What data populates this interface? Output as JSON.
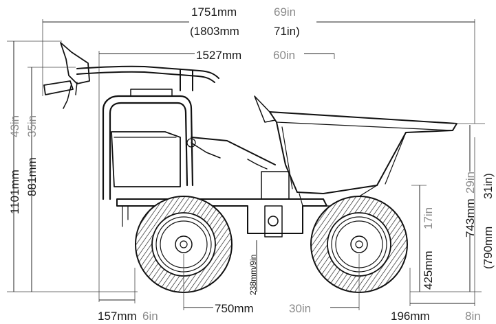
{
  "dimensions": {
    "overall_length": {
      "mm": "1751mm",
      "in": "69in"
    },
    "overall_length_alt": {
      "mm": "(1803mm",
      "in": "71in)"
    },
    "handle_length": {
      "mm": "1527mm",
      "in": "60in"
    },
    "overall_height": {
      "mm": "1101mm",
      "in": "43in"
    },
    "handle_height": {
      "mm": "881mm",
      "in": "35in"
    },
    "front_overhang": {
      "mm": "157mm",
      "in": "6in"
    },
    "wheelbase": {
      "mm": "750mm",
      "in": "30in"
    },
    "rear_overhang": {
      "mm": "196mm",
      "in": "8in"
    },
    "ground_clearance": {
      "text": "238mm/9in"
    },
    "skip_lip_height": {
      "mm": "425mm",
      "in": "17in"
    },
    "skip_height": {
      "mm": "743mm",
      "in": "29in"
    },
    "skip_height_alt": {
      "mm": "(790mm",
      "in": "31in)"
    }
  },
  "colors": {
    "ink": "#1a1a1a",
    "imperial": "#8a8a8a"
  }
}
